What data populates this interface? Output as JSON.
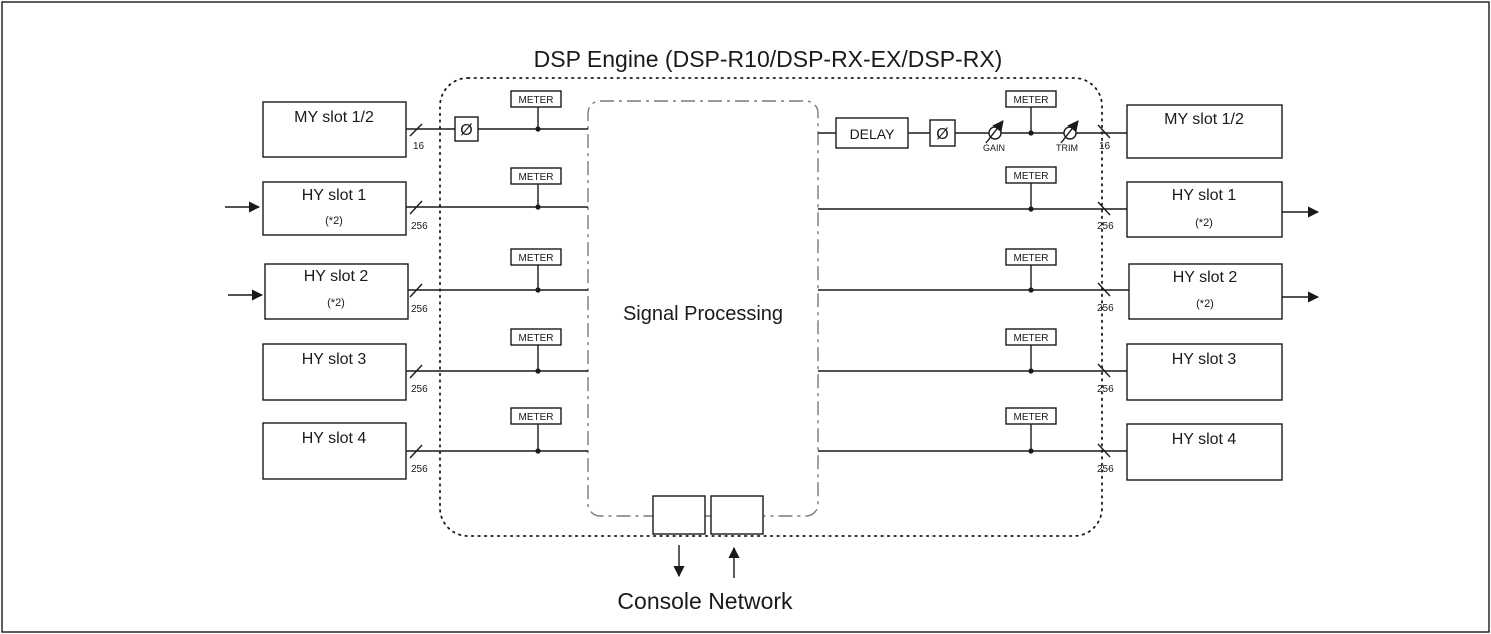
{
  "engine": {
    "title": "DSP Engine (DSP-R10/DSP-RX-EX/DSP-RX)",
    "center_label": "Signal Processing",
    "network_label": "Console Network"
  },
  "symbols": {
    "meter": "METER",
    "delay": "DELAY",
    "phase": "Ø",
    "gain": "GAIN",
    "trim": "TRIM"
  },
  "inputs": [
    {
      "name": "MY slot 1/2",
      "note": "",
      "channels": "16",
      "arrow": false
    },
    {
      "name": "HY slot 1",
      "note": "(*2)",
      "channels": "256",
      "arrow": true
    },
    {
      "name": "HY slot 2",
      "note": "(*2)",
      "channels": "256",
      "arrow": true
    },
    {
      "name": "HY slot 3",
      "note": "",
      "channels": "256",
      "arrow": false
    },
    {
      "name": "HY slot 4",
      "note": "",
      "channels": "256",
      "arrow": false
    }
  ],
  "outputs": [
    {
      "name": "MY slot 1/2",
      "note": "",
      "channels": "16",
      "arrow": false
    },
    {
      "name": "HY slot 1",
      "note": "(*2)",
      "channels": "256",
      "arrow": true
    },
    {
      "name": "HY slot 2",
      "note": "(*2)",
      "channels": "256",
      "arrow": true
    },
    {
      "name": "HY slot 3",
      "note": "",
      "channels": "256",
      "arrow": false
    },
    {
      "name": "HY slot 4",
      "note": "",
      "channels": "256",
      "arrow": false
    }
  ]
}
